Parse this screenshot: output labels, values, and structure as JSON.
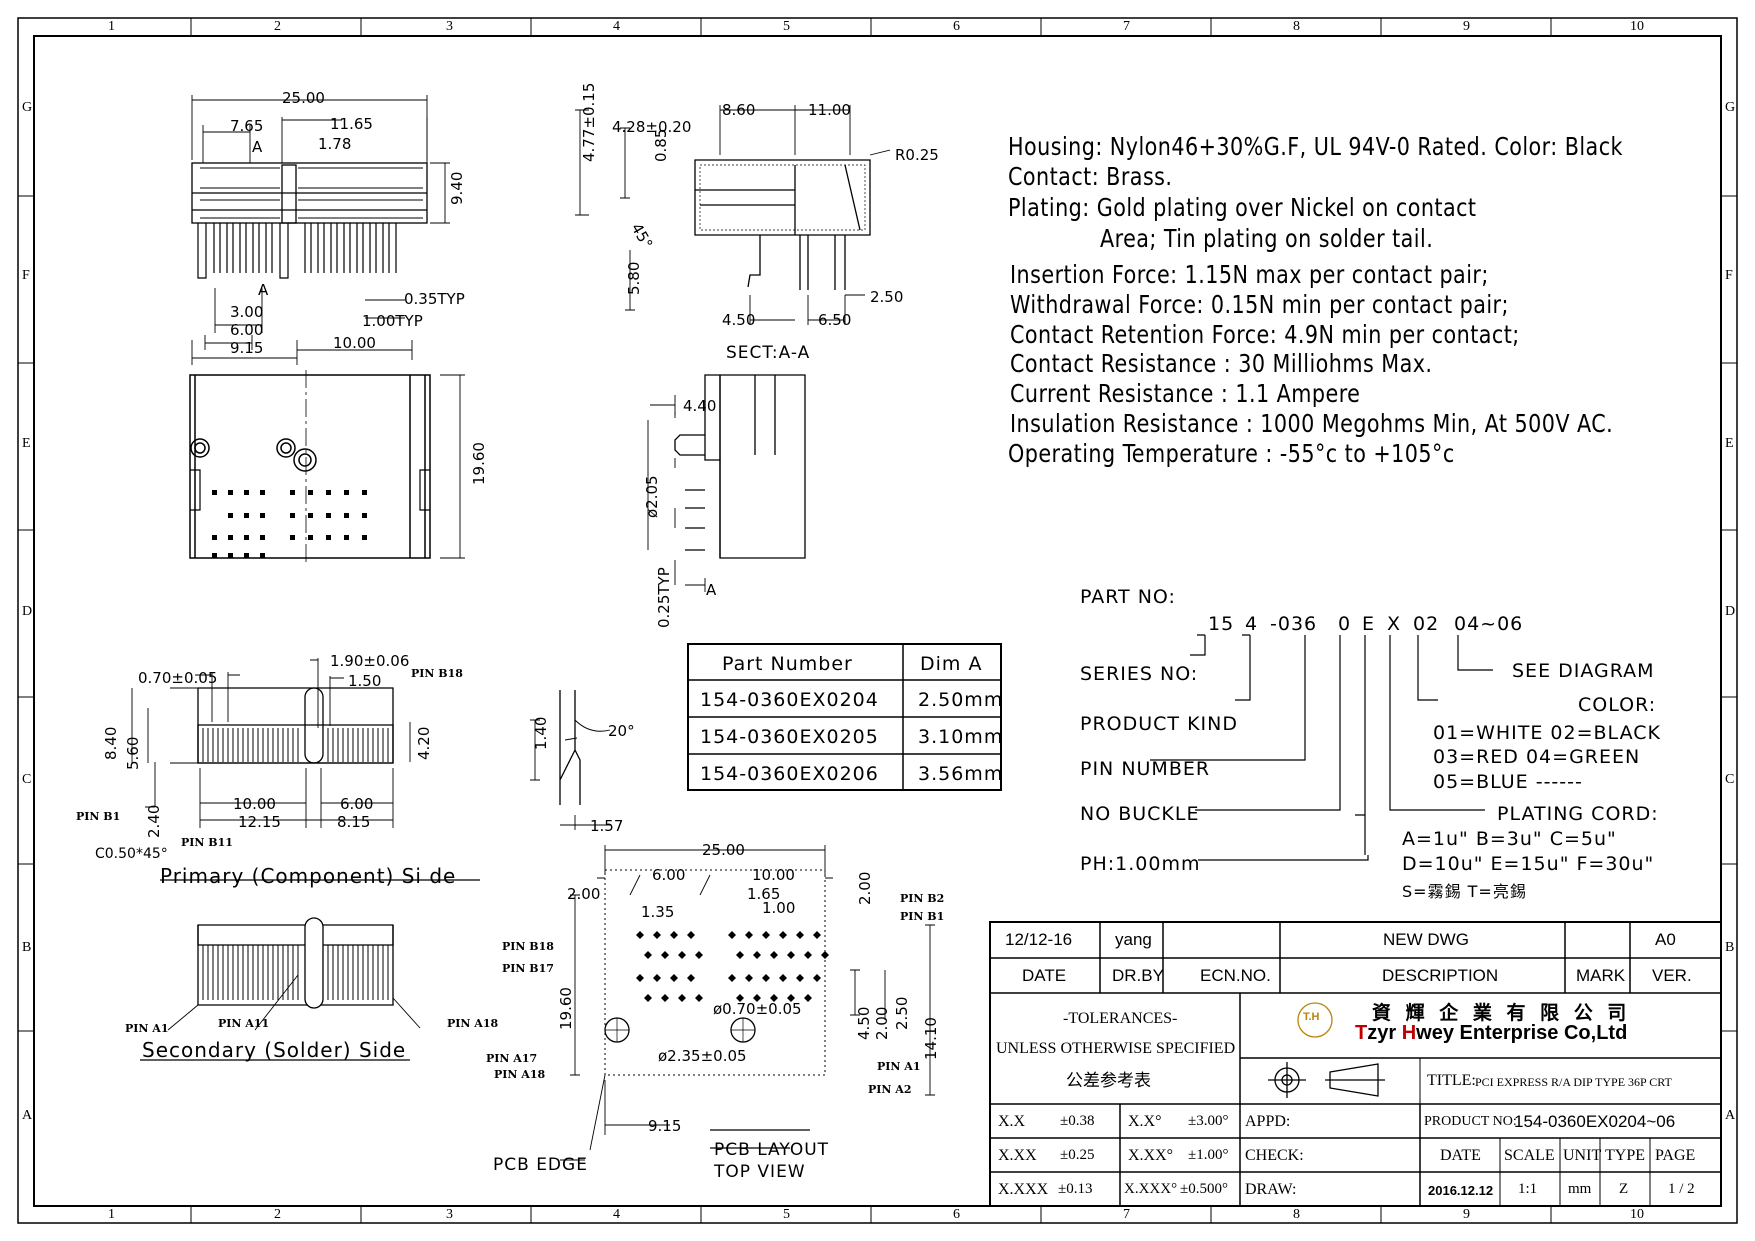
{
  "border": {
    "columns": [
      "1",
      "2",
      "3",
      "4",
      "5",
      "6",
      "7",
      "8",
      "9",
      "10"
    ],
    "rows": [
      "G",
      "F",
      "E",
      "D",
      "C",
      "B",
      "A"
    ]
  },
  "specs": [
    "Housing: Nylon46+30%G.F, UL 94V-0 Rated. Color: Black",
    "Contact: Brass.",
    "Plating: Gold plating over Nickel on contact",
    "Area; Tin plating on solder tail.",
    "Insertion Force: 1.15N max per contact pair;",
    "Withdrawal Force: 0.15N min per contact pair;",
    "Contact Retention Force: 4.9N min per contact;",
    "Contact Resistance : 30 Milliohms Max.",
    "Current Resistance : 1.1 Ampere",
    "Insulation Resistance : 1000 Megohms Min, At 500V AC.",
    "Operating Temperature : -55°c to +105°c"
  ],
  "part_no": {
    "title": "PART NO:",
    "code_parts": [
      "15",
      "4",
      "-036",
      "0",
      "E",
      "X",
      "02",
      "04~06"
    ],
    "series": "SERIES NO:",
    "product_kind": "PRODUCT KIND",
    "pin_number": "PIN NUMBER",
    "no_buckle": "NO BUCKLE",
    "pitch": "PH:1.00mm",
    "see_diagram": "SEE DIAGRAM",
    "color_title": "COLOR:",
    "color_line1": "01=WHITE  02=BLACK",
    "color_line2": "03=RED    04=GREEN",
    "color_line3": "05=BLUE   ------",
    "plating_title": "PLATING CORD:",
    "plating_line1": "A=1u\"   B=3u\"   C=5u\"",
    "plating_line2": "D=10u\" E=15u\" F=30u\"",
    "plating_line3": "S=霧錫    T=亮錫"
  },
  "dim_table": {
    "headers": [
      "Part Number",
      "Dim A"
    ],
    "rows": [
      [
        "154-0360EX0204",
        "2.50mm"
      ],
      [
        "154-0360EX0205",
        "3.10mm"
      ],
      [
        "154-0360EX0206",
        "3.56mm"
      ]
    ]
  },
  "views": {
    "top_dims": [
      "25.00",
      "7.65",
      "11.65",
      "A",
      "1.78",
      "9.40",
      "A",
      "3.00",
      "6.00",
      "9.15",
      "10.00",
      "0.35TYP",
      "1.00TYP"
    ],
    "front_dims": [
      "19.60"
    ],
    "section_dims": [
      "4.77±0.15",
      "4.28±0.20",
      "0.85",
      "8.60",
      "11.00",
      "R0.25",
      "45°",
      "5.80",
      "4.50",
      "6.50",
      "2.50"
    ],
    "section_title": "SECT:A-A",
    "side_dims": [
      "4.40",
      "ø2.05",
      "0.25TYP",
      "A"
    ],
    "primary_dims": [
      "0.70±0.05",
      "1.90±0.06",
      "1.50",
      "PIN B18",
      "8.40",
      "5.60",
      "4.20",
      "PIN B1",
      "2.40",
      "10.00",
      "12.15",
      "6.00",
      "8.15",
      "PIN B11",
      "C0.50*45°"
    ],
    "primary_title": "Primary (Component) Si  de",
    "secondary_labels": [
      "PIN A1",
      "PIN A11",
      "PIN A18"
    ],
    "secondary_title": "Secondary (Solder) Side",
    "tip_dims": [
      "1.40",
      "20°",
      "1.57"
    ],
    "pcb_dims": [
      "25.00",
      "6.00",
      "10.00",
      "1.65",
      "1.35",
      "1.00",
      "2.00",
      "2.00",
      "19.60",
      "4.50",
      "2.00",
      "2.50",
      "14.10",
      "ø0.70±0.05",
      "ø2.35±0.05",
      "9.15"
    ],
    "pcb_pins": [
      "PIN B2",
      "PIN B1",
      "PIN B18",
      "PIN B17",
      "PIN A17",
      "PIN A18",
      "PIN A1",
      "PIN A2"
    ],
    "pcb_edge": "PCB EDGE",
    "pcb_title1": "PCB LAYOUT",
    "pcb_title2": "TOP VIEW"
  },
  "title_block": {
    "rev_date": "12/12-16",
    "rev_by": "yang",
    "rev_desc": "NEW DWG",
    "rev_ver": "A0",
    "hdr_date": "DATE",
    "hdr_drby": "DR.BY",
    "hdr_ecn": "ECN.NO.",
    "hdr_desc": "DESCRIPTION",
    "hdr_mark": "MARK",
    "hdr_ver": "VER.",
    "tol1": "-TOLERANCES-",
    "tol2": "UNLESS OTHERWISE SPECIFIED",
    "tol3": "公差参考表",
    "company_cn": "資 輝 企 業 有 限 公 司",
    "company_en_1": "T",
    "company_en_2": "zyr ",
    "company_en_3": "H",
    "company_en_4": "wey Enterprise Co,Ltd",
    "logo_text": "T.H",
    "title_label": "TITLE:",
    "title_value": "PCI EXPRESS R/A DIP TYPE 36P CRT",
    "product_label": "PRODUCT NO:",
    "product_value": "154-0360EX0204~06",
    "tol_rows": [
      [
        "X.X",
        "±0.38",
        "X.X°",
        "±3.00°",
        "APPD:"
      ],
      [
        "X.XX",
        "±0.25",
        "X.XX°",
        "±1.00°",
        "CHECK:"
      ],
      [
        "X.XXX",
        "±0.13",
        "X.XXX°",
        "±0.500°",
        "DRAW:"
      ]
    ],
    "meta_headers": [
      "DATE",
      "SCALE",
      "UNIT",
      "TYPE",
      "PAGE"
    ],
    "meta_values": [
      "2016.12.12",
      "1:1",
      "mm",
      "Z",
      "1 / 2"
    ]
  }
}
